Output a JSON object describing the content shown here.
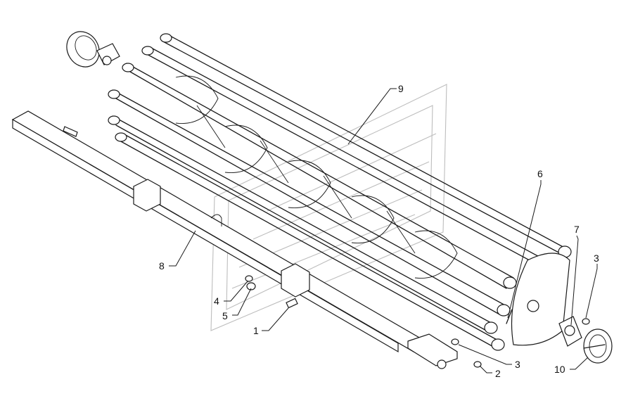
{
  "diagram": {
    "callouts": [
      {
        "id": "c1",
        "label": "1"
      },
      {
        "id": "c2",
        "label": "2"
      },
      {
        "id": "c3a",
        "label": "3"
      },
      {
        "id": "c3b",
        "label": "3"
      },
      {
        "id": "c4",
        "label": "4"
      },
      {
        "id": "c5",
        "label": "5"
      },
      {
        "id": "c6",
        "label": "6"
      },
      {
        "id": "c7",
        "label": "7"
      },
      {
        "id": "c8",
        "label": "8"
      },
      {
        "id": "c9",
        "label": "9"
      },
      {
        "id": "c10",
        "label": "10"
      }
    ]
  }
}
